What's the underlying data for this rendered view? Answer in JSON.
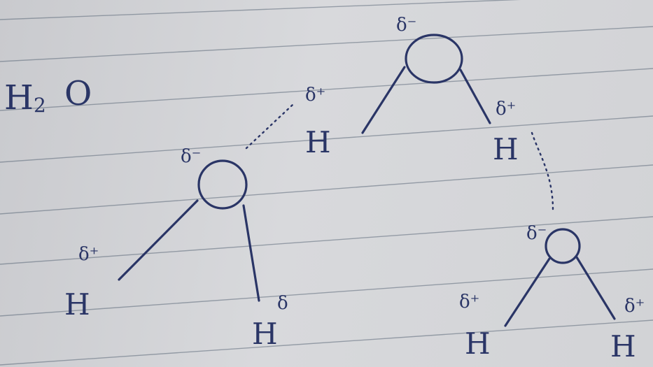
{
  "title": {
    "element": "H",
    "subscript": "2",
    "tail": "O"
  },
  "atoms": {
    "hydrogen": "H"
  },
  "charges": {
    "partial_negative": "δ⁻",
    "partial_positive": "δ⁺",
    "partial_plain": "δ"
  },
  "colors": {
    "ink": "#2a3566",
    "paper": "#d4d5d8",
    "rules": "#5d6a7a"
  }
}
